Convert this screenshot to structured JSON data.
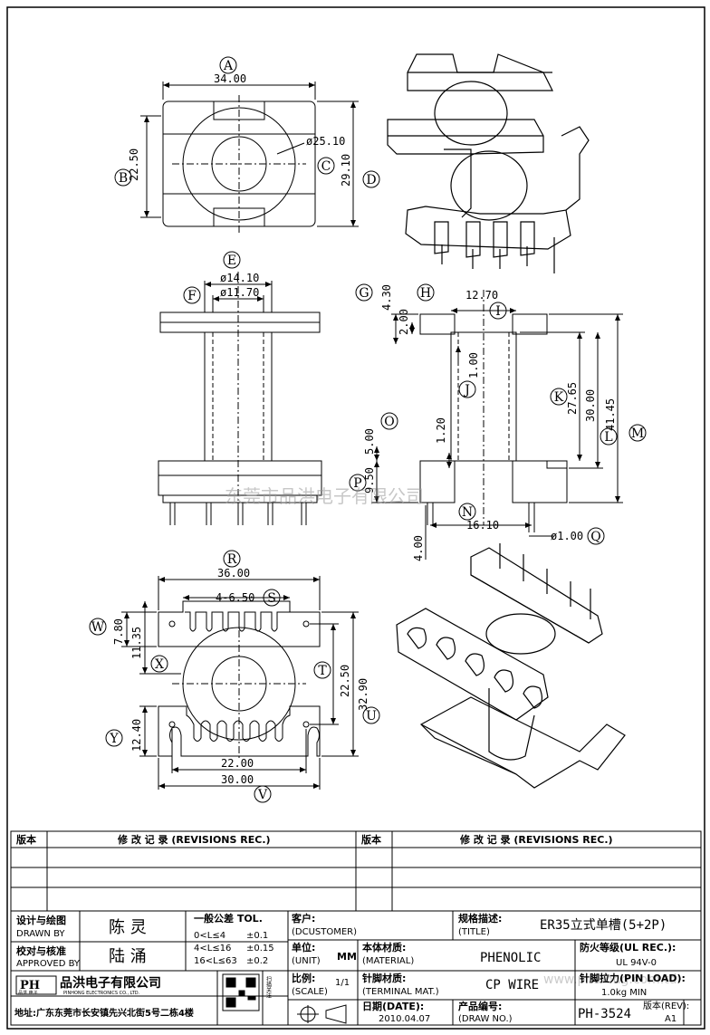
{
  "watermark": "东莞市品洪电子有限公司",
  "watermark_url": "www.pinhong.com.td",
  "dims": {
    "a": "34.00",
    "b": "22.50",
    "c": "ø25.10",
    "d": "29.10",
    "e": "ø14.10",
    "f": "ø11.70",
    "g": "4.30",
    "h": "2.00",
    "i": "12.70",
    "j": "1.00",
    "k": "27.65",
    "l": "30.00",
    "m": "41.45",
    "o": "5.00",
    "o2": "1.20",
    "p": "9.50",
    "n": "16.10",
    "q": "ø1.00",
    "q2": "4.00",
    "r": "36.00",
    "s": "4-6.50",
    "w": "7.80",
    "x": "11.35",
    "t": "22.50",
    "u": "32.90",
    "y": "12.40",
    "v1": "22.00",
    "v": "30.00"
  },
  "callouts": [
    "A",
    "B",
    "C",
    "D",
    "E",
    "F",
    "G",
    "H",
    "I",
    "J",
    "K",
    "L",
    "M",
    "N",
    "O",
    "P",
    "Q",
    "R",
    "S",
    "T",
    "U",
    "V",
    "W",
    "X",
    "Y"
  ],
  "revisions": {
    "col_ver": "版本",
    "col_rec": "修 改 记 录 (REVISIONS REC.)"
  },
  "title_block": {
    "designer_label": "设计与绘图",
    "designer_label_en": "DRAWN BY",
    "designer": "陈 灵",
    "approver_label": "校对与核准",
    "approver_label_en": "APPROVED BY",
    "approver": "陆 涌",
    "tol_label": "一般公差 TOL.",
    "tol_rows": [
      {
        "range": "0<L≤4",
        "tol": "±0.1"
      },
      {
        "range": "4<L≤16",
        "tol": "±0.15"
      },
      {
        "range": "16<L≤63",
        "tol": "±0.2"
      }
    ],
    "customer_label": "客户:",
    "customer_label_en": "(DCUSTOMER)",
    "title_label": "规格描述:",
    "title_label_en": "(TITLE)",
    "title": "ER35立式单槽(5+2P)",
    "unit_label": "单位:",
    "unit_label_en": "(UNIT)",
    "unit": "MM",
    "material_label": "本体材质:",
    "material_label_en": "(MATERIAL)",
    "material": "PHENOLIC",
    "ul_label": "防火等级(UL REC.):",
    "ul": "UL 94V-0",
    "scale_label": "比例:",
    "scale_label_en": "(SCALE)",
    "scale": "1/1",
    "terminal_label": "针脚材质:",
    "terminal_label_en": "(TERMINAL MAT.)",
    "terminal": "CP WIRE",
    "pinload_label": "针脚拉力(PIN LOAD):",
    "pinload": "1.0kg MIN",
    "date_label": "日期(DATE):",
    "date": "2010.04.07",
    "drawno_label": "产品编号:",
    "drawno_label_en": "(DRAW NO.)",
    "drawno": "PH-3524",
    "rev_label": "版本(REV):",
    "rev": "A1",
    "company": "品洪电子有限公司",
    "company_en": "PINHONG ELECTRONICS CO., LTD.",
    "logo": "PH",
    "logo_sub": "品洪 电子",
    "address": "地址:广东东莞市长安镇先兴北街5号二栋4楼",
    "qr_caption": "扫描关注"
  }
}
